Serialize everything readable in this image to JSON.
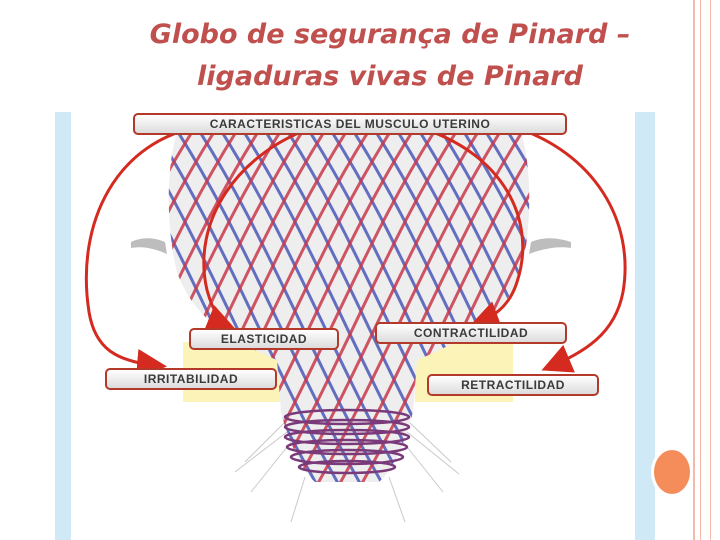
{
  "slide": {
    "title_line1": "Globo de segurança de Pinard –",
    "title_line2": "ligaduras vivas de Pinard"
  },
  "diagram": {
    "header_label": "CARACTERISTICAS DEL MUSCULO UTERINO",
    "labels": {
      "elasticidad": "ELASTICIDAD",
      "contractilidad": "CONTRACTILIDAD",
      "irritabilidad": "IRRITABILIDAD",
      "retractilidad": "RETRACTILIDAD"
    },
    "colors": {
      "arrow": "#d42a1f",
      "fiber_red": "#c8384a",
      "fiber_blue": "#4a58b8",
      "panel": "#cfe9f7",
      "highlight": "#fbf3b8"
    }
  }
}
